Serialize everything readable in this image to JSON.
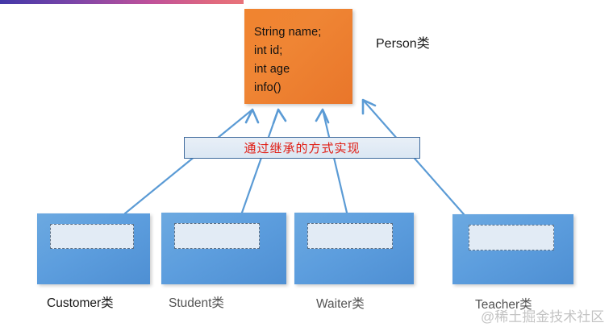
{
  "diagram": {
    "superclass": {
      "name": "person-box",
      "lines": [
        "String name;",
        "int id;",
        "int age",
        "info()"
      ],
      "side_label": "Person类",
      "fill_color": "#ef8534"
    },
    "note": {
      "text": "通过继承的方式实现",
      "text_color": "#e01b12",
      "border_color": "#3f6a9c"
    },
    "subclasses": [
      {
        "label": "Customer类",
        "faded": false
      },
      {
        "label": "Student类",
        "faded": true
      },
      {
        "label": "Waiter类",
        "faded": true
      },
      {
        "label": "Teacher类",
        "faded": true
      }
    ],
    "arrow_color": "#5b9bd5"
  },
  "watermark": {
    "text": "@稀土掘金技术社区"
  },
  "top_bar": {
    "gradient_from": "#4338a8",
    "gradient_to": "#e8737a"
  }
}
